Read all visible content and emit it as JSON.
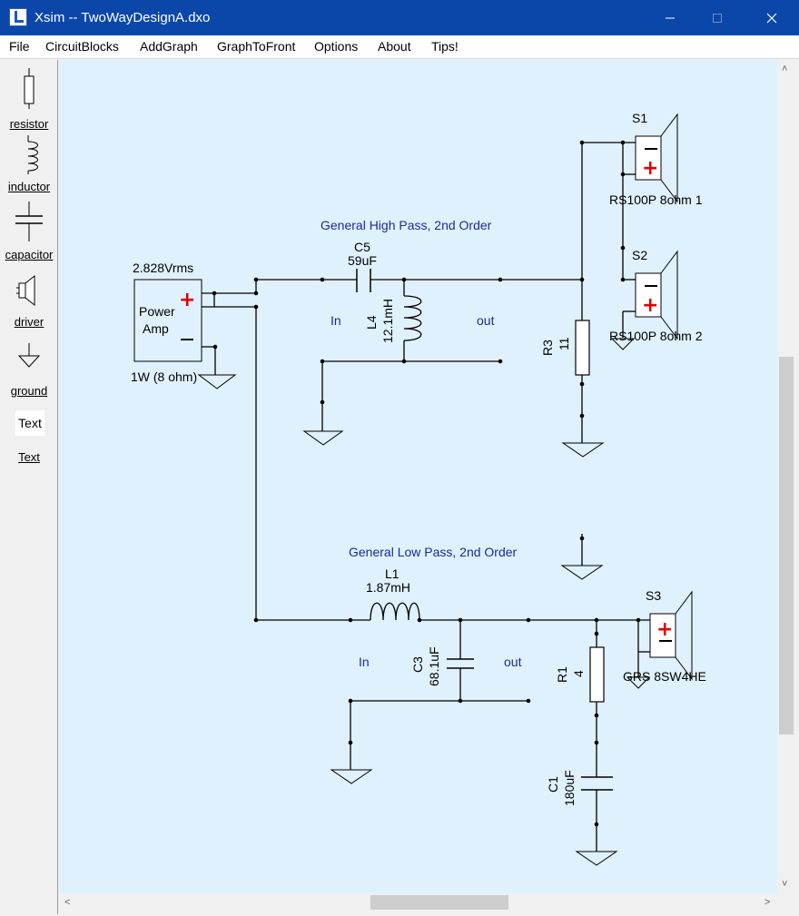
{
  "window": {
    "title": "Xsim -- TwoWayDesignA.dxo",
    "minimize_icon": "minimize-icon",
    "maximize_icon": "maximize-icon",
    "close_icon": "close-icon"
  },
  "menu": [
    "File",
    "CircuitBlocks",
    "AddGraph",
    "GraphToFront",
    "Options",
    "About",
    "Tips!"
  ],
  "toolbox": {
    "resistor": "resistor",
    "inductor": "inductor",
    "capacitor": "capacitor",
    "driver": "driver",
    "ground": "ground",
    "text_box": "Text",
    "text": "Text"
  },
  "circuit": {
    "amp": {
      "voltage": "2.828Vrms",
      "name_line1": "Power",
      "name_line2": "Amp",
      "plus": "+",
      "power": "1W (8 ohm)"
    },
    "high_pass": {
      "title": "General High Pass, 2nd Order",
      "in": "In",
      "out": "out"
    },
    "low_pass": {
      "title": "General Low Pass, 2nd Order",
      "in": "In",
      "out": "out"
    },
    "C5": {
      "name": "C5",
      "value": "59uF"
    },
    "L4": {
      "name": "L4",
      "value": "12.1mH"
    },
    "R3": {
      "name": "R3",
      "value": "11"
    },
    "S1": {
      "name": "S1",
      "model": "RS100P 8ohm 1",
      "plus": "+"
    },
    "S2": {
      "name": "S2",
      "model": "RS100P 8ohm 2",
      "plus": "+"
    },
    "L1": {
      "name": "L1",
      "value": "1.87mH"
    },
    "C3": {
      "name": "C3",
      "value": "68.1uF"
    },
    "R1": {
      "name": "R1",
      "value": "4"
    },
    "C1": {
      "name": "C1",
      "value": "180uF"
    },
    "S3": {
      "name": "S3",
      "model": "GRS 8SW4HE",
      "plus": "+"
    }
  },
  "scroll": {
    "up": "˄",
    "down": "˅",
    "left": "<",
    "right": ">"
  },
  "colors": {
    "titlebar": "#0a47a9",
    "canvas": "#dff1fd",
    "plus": "#e00000",
    "crossover_title": "#1a2a9a"
  }
}
